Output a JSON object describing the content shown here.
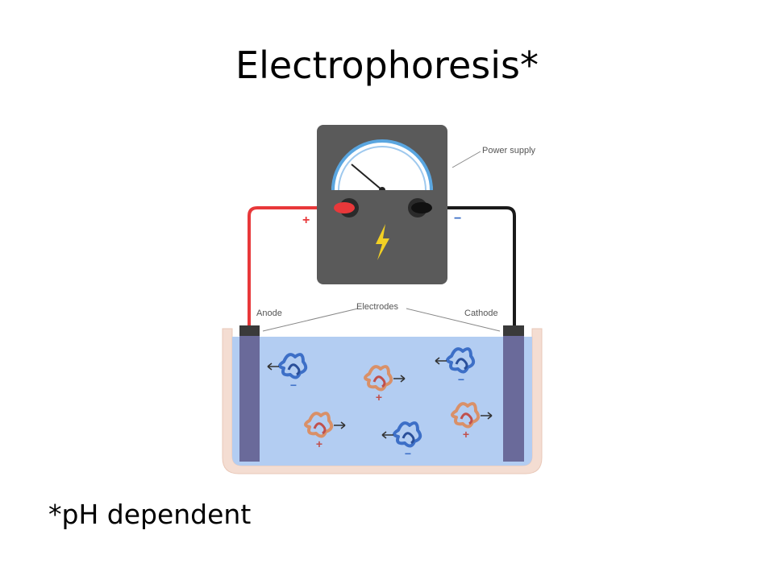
{
  "slide": {
    "title": "Electrophoresis*",
    "footnote": "*pH dependent"
  },
  "diagram": {
    "labels": {
      "power_supply": "Power supply",
      "electrodes": "Electrodes",
      "anode": "Anode",
      "cathode": "Cathode"
    },
    "terminals": {
      "positive": "+",
      "negative": "−"
    },
    "colors": {
      "positive_wire": "#e8383a",
      "negative_wire": "#1a1a1a",
      "power_box": "#5a5a5a",
      "electrode": "#6a6a9a",
      "buffer": "#b3cdf2",
      "container": "#f4ddd2",
      "bolt": "#f2d024",
      "negative_particle": "#3d6fc7",
      "positive_particle": "#d99068"
    },
    "particles": [
      {
        "charge": "negative",
        "sign": "−",
        "direction": "left"
      },
      {
        "charge": "positive",
        "sign": "+",
        "direction": "right"
      },
      {
        "charge": "negative",
        "sign": "−",
        "direction": "left"
      },
      {
        "charge": "positive",
        "sign": "+",
        "direction": "right"
      },
      {
        "charge": "negative",
        "sign": "−",
        "direction": "left"
      },
      {
        "charge": "positive",
        "sign": "+",
        "direction": "right"
      }
    ]
  }
}
